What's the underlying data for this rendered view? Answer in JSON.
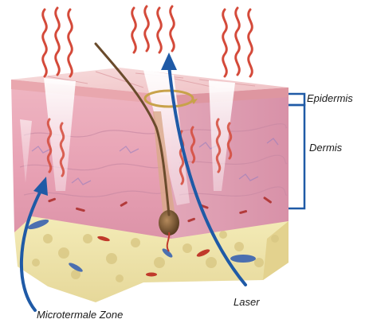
{
  "labels": {
    "epidermis": "Epidermis",
    "dermis": "Dermis",
    "laser": "Laser",
    "microtermale_zone": "Microtermale Zone"
  },
  "colors": {
    "heat_waves": "#d44a3a",
    "arrows": "#1f5aa6",
    "bracket": "#1f5aa6",
    "epidermis_top": "#f3c9c9",
    "dermis": "#e9a9b9",
    "subcutis": "#efe3a6",
    "hair": "#6a4b2c",
    "laser_ring": "#c8a24a"
  }
}
